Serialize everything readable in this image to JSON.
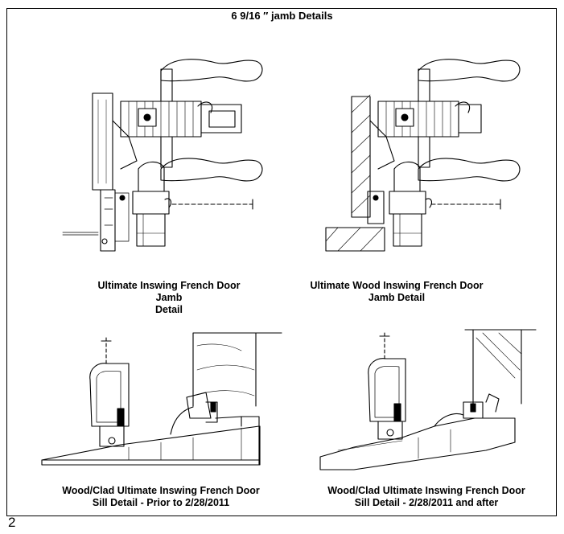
{
  "title": "6 9/16 ″ jamb Details",
  "captions": {
    "top_left": [
      "Ultimate Inswing French Door Jamb",
      "Detail"
    ],
    "top_right": [
      "Ultimate Wood Inswing French Door",
      "Jamb Detail"
    ],
    "bottom_left": [
      "Wood/Clad Ultimate Inswing French Door",
      "Sill Detail - Prior to 2/28/2011"
    ],
    "bottom_right": [
      "Wood/Clad Ultimate Inswing French Door",
      "Sill Detail - 2/28/2011 and after"
    ]
  },
  "page_number": "2"
}
